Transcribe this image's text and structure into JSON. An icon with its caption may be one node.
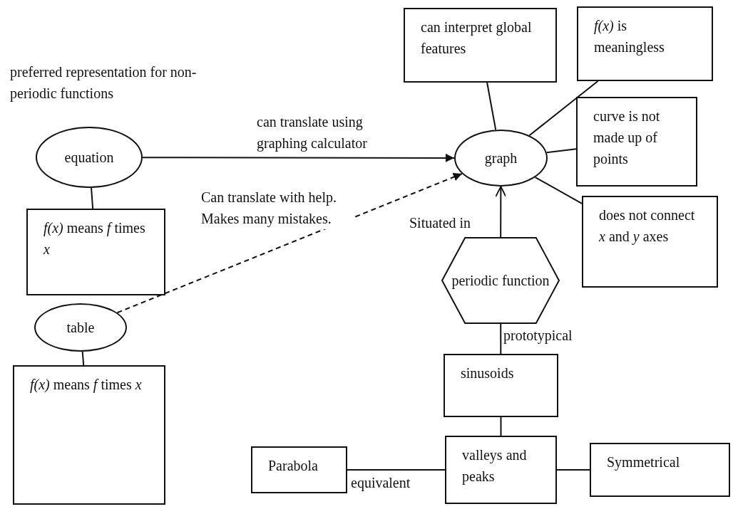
{
  "diagram": {
    "nodes": [
      {
        "text": [
          "equation"
        ],
        "beside": [
          "preferred representation for non-periodic functions"
        ]
      },
      {
        "text": [
          "*f(x)* means *f* times *x*"
        ]
      },
      {
        "text": [
          "table"
        ]
      },
      {
        "text": [
          "*f(x)* means *f* times *x*"
        ]
      },
      {
        "text": [
          "graph"
        ]
      },
      {
        "text": [
          "can interpret global features"
        ]
      },
      {
        "text": [
          "*f(x)* is meaningless"
        ]
      },
      {
        "text": [
          "curve is not made up of points"
        ]
      },
      {
        "text": [
          "does not connect *x* and *y* axes"
        ]
      },
      {
        "text": [
          "periodic function"
        ]
      },
      {
        "text": [
          "sinusoids"
        ]
      },
      {
        "text": [
          "Parabola"
        ]
      },
      {
        "text": [
          "valleys and peaks"
        ]
      },
      {
        "text": [
          "Symmetrical"
        ]
      }
    ],
    "edges": [
      {
        "from": 0,
        "to": 4,
        "arrow": "to",
        "label": "can translate using graphing calculator"
      },
      {
        "from": 2,
        "to": 4,
        "arrow": "to",
        "style": "dashed",
        "label": "Can translate with help. Makes many mistakes."
      },
      {
        "from": 0,
        "to": 1,
        "arrow": "none"
      },
      {
        "from": 2,
        "to": 3,
        "arrow": "none"
      },
      {
        "from": 4,
        "to": 5,
        "arrow": "none"
      },
      {
        "from": 4,
        "to": 6,
        "arrow": "none"
      },
      {
        "from": 4,
        "to": 7,
        "arrow": "none"
      },
      {
        "from": 4,
        "to": 8,
        "arrow": "none"
      },
      {
        "from": 9,
        "to": 4,
        "arrow": "to",
        "label": "Situated in"
      },
      {
        "from": 9,
        "to": 10,
        "arrow": "none",
        "label": "prototypical"
      },
      {
        "from": 10,
        "to": 12,
        "arrow": "none"
      },
      {
        "from": 11,
        "to": 12,
        "arrow": "none",
        "label": "equivalent"
      },
      {
        "from": 12,
        "to": 13,
        "arrow": "none"
      }
    ]
  }
}
